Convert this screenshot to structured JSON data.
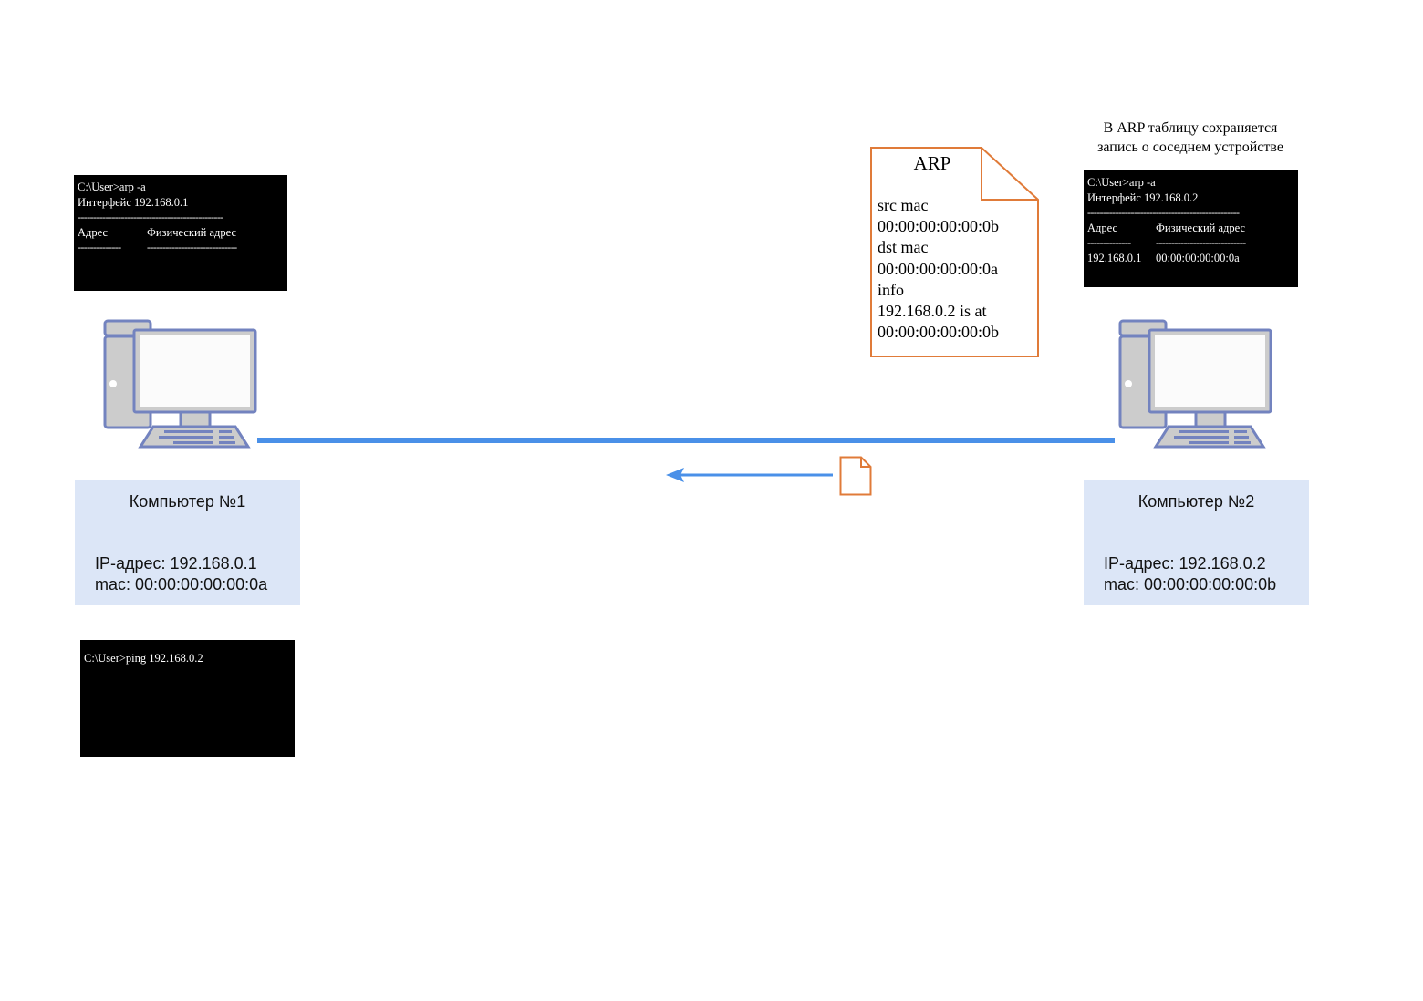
{
  "diagram": {
    "type": "network-arp-diagram",
    "colors": {
      "link_blue": "#4a90e8",
      "packet_orange": "#d9782d",
      "info_box_blue": "#dce6f7",
      "terminal_bg": "#000000",
      "terminal_fg": "#ffffff",
      "device_outline": "#7383bf",
      "device_fill": "#cccccc"
    }
  },
  "caption": {
    "text": "В ARP таблицу сохраняется\nзапись о соседнем устройстве"
  },
  "terminals": {
    "left_arp": {
      "command": "C:\\User>arp -a",
      "interface": "Интерфейс 192.168.0.1",
      "rule_top": "-----------------------------------------------",
      "header_col1": "Адрес",
      "header_col2": "Физический адрес",
      "rule_col1": "--------------",
      "rule_col2": "-----------------------------",
      "rows": []
    },
    "right_arp": {
      "command": "C:\\User>arp -a",
      "interface": "Интерфейс 192.168.0.2",
      "rule_top": "-------------------------------------------------",
      "header_col1": "Адрес",
      "header_col2": "Физический адрес",
      "rule_col1": "--------------",
      "rule_col2": "-----------------------------",
      "row1_ip": "192.168.0.1",
      "row1_mac": "00:00:00:00:00:0a"
    },
    "ping": {
      "command": "C:\\User>ping 192.168.0.2"
    }
  },
  "arp_packet": {
    "title": "ARP",
    "body": "src mac\n00:00:00:00:00:0b\ndst mac\n00:00:00:00:00:0a\ninfo\n192.168.0.2 is at\n00:00:00:00:00:0b"
  },
  "computers": {
    "left": {
      "title": "Компьютер №1",
      "details": "IP-адрес: 192.168.0.1\nmac: 00:00:00:00:00:0a"
    },
    "right": {
      "title": "Компьютер №2",
      "details": "IP-адрес: 192.168.0.2\nmac: 00:00:00:00:00:0b"
    }
  }
}
